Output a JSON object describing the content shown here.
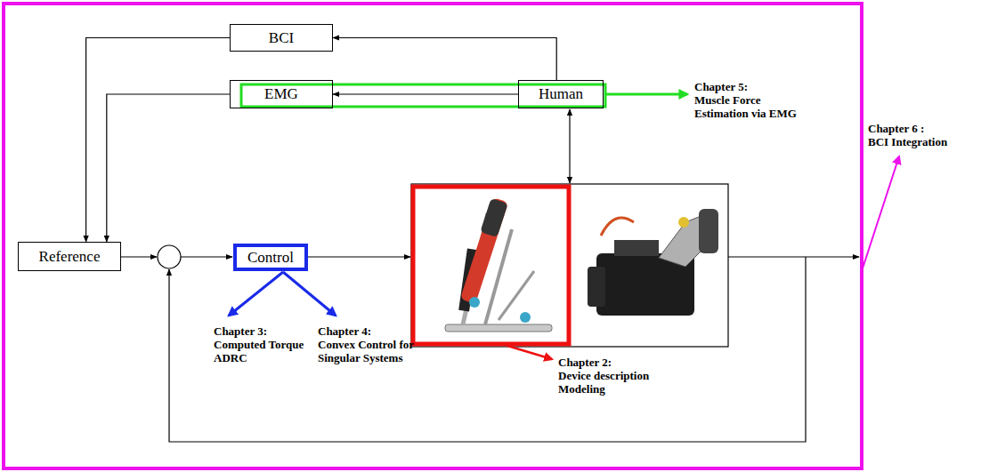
{
  "diagram": {
    "nodes": [
      {
        "text": [
          "BCI"
        ]
      },
      {
        "text": [
          "EMG"
        ]
      },
      {
        "text": [
          "Human"
        ]
      },
      {
        "text": [
          "Reference"
        ]
      },
      {
        "text": [
          "Control"
        ]
      }
    ],
    "edges": [
      {
        "from": 2,
        "to": 0,
        "arrow": "to"
      },
      {
        "from": 2,
        "to": 1,
        "arrow": "to"
      },
      {
        "from": 0,
        "to": 3,
        "arrow": "to"
      },
      {
        "from": 1,
        "to": 3,
        "arrow": "to"
      }
    ],
    "labels": [
      "Chapter 5:",
      "Muscle Force Estimation via EMG",
      "Chapter 6 :",
      "BCI Integration",
      "Chapter 3:",
      "Computed Torque ADRC",
      "Chapter 4:",
      "Convex Control for Singular Systems",
      "Chapter 2:",
      "Device description Modeling"
    ]
  }
}
